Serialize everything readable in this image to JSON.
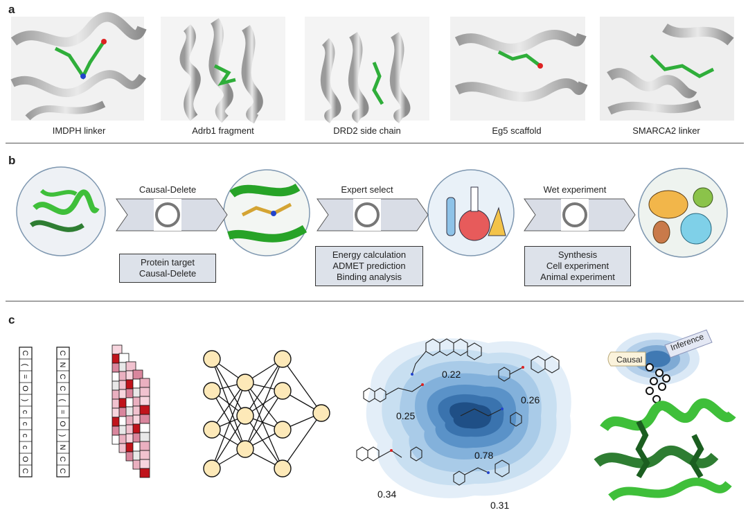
{
  "panel_a": {
    "letter": "a",
    "captions": [
      "IMDPH linker",
      "Adrb1 fragment",
      "DRD2 side chain",
      "Eg5 scaffold",
      "SMARCA2 linker"
    ]
  },
  "panel_b": {
    "letter": "b",
    "steps": [
      "Causal-Delete",
      "Expert select",
      "Wet experiment"
    ],
    "boxes": [
      [
        "Protein target",
        "Causal-Delete"
      ],
      [
        "Energy calculation",
        "ADMET prediction",
        "Binding analysis"
      ],
      [
        "Synthesis",
        "Cell experiment",
        "Animal experiment"
      ]
    ]
  },
  "panel_c": {
    "letter": "c",
    "smiles_1": [
      "C",
      "(",
      "=",
      "O",
      ")",
      "c",
      "c",
      "c",
      "c",
      "O",
      "C"
    ],
    "smiles_2": [
      "C",
      "N",
      "C",
      "C",
      "(",
      "=",
      "O",
      ")",
      "N",
      "C",
      "C"
    ],
    "scores": [
      "0.22",
      "0.26",
      "0.25",
      "0.78",
      "0.34",
      "0.31"
    ],
    "tags": [
      "Causal",
      "Inference"
    ]
  },
  "colors": {
    "protein_gray": "#b9b9b9",
    "ligand_green": "#2fae3a",
    "ribbon_green": "#3fbf3a",
    "arrow_fill": "#d9dde6",
    "neuron_fill": "#fde9b8",
    "heat_dark": "#c0141c",
    "contour_dark": "#1f4f86"
  }
}
